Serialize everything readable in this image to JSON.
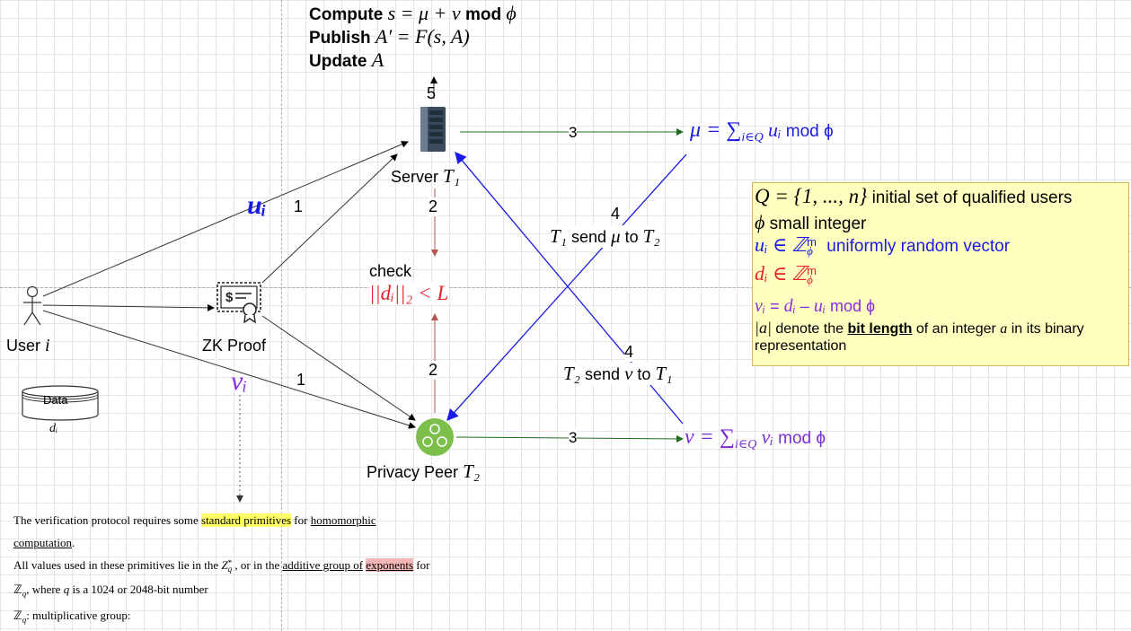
{
  "top": {
    "line1_label": "Compute",
    "line1_math": "s = μ + ν",
    "line1_mod": "mod",
    "line1_phi": "ϕ",
    "line2_label": "Publish",
    "line2_math": "A′ = F(s, A)",
    "line3_label": "Update",
    "line3_math": "A"
  },
  "nodes": {
    "server_label": "Server",
    "server_math": "T₁",
    "peer_label": "Privacy Peer",
    "peer_math": "T₂",
    "user_label": "User",
    "user_math": "i",
    "zk_label": "ZK Proof",
    "data_label": "Data",
    "data_math": "dᵢ"
  },
  "edges": {
    "ui": "uᵢ",
    "vi": "vᵢ",
    "one_a": "1",
    "one_b": "1",
    "two_a": "2",
    "two_b": "2",
    "three_a": "3",
    "three_b": "3",
    "four_a": "4",
    "four_b": "4",
    "five": "5",
    "t1_send_a": "T₁",
    "t1_send_b": "send",
    "t1_send_c": "μ",
    "t1_send_d": "to",
    "t1_send_e": "T₂",
    "t2_send_a": "T₂",
    "t2_send_b": "send",
    "t2_send_c": "ν",
    "t2_send_d": "to",
    "t2_send_e": "T₁"
  },
  "check": {
    "label": "check",
    "math": "||dᵢ||₂ < L"
  },
  "mu_formula": {
    "math": "μ = ∑",
    "sub": "i∈Q",
    "rest": "uᵢ",
    "mod": "mod ϕ"
  },
  "nu_formula": {
    "math": "ν = ∑",
    "sub": "i∈Q",
    "rest": "vᵢ",
    "mod": "mod ϕ"
  },
  "note": {
    "l1_math": "Q = {1, ..., n}",
    "l1_text": "initial set of qualified users",
    "l2_math": "ϕ",
    "l2_text": "small integer",
    "l3_math": "uᵢ ∈ ℤ",
    "l3_sup": "m",
    "l3_sub": "ϕ",
    "l3_text": "uniformly random vector",
    "l4_math": "dᵢ ∈ ℤ",
    "l4_sup": "m",
    "l4_sub": "ϕ",
    "l5_a": "vᵢ",
    "l5_b": "=",
    "l5_c": "dᵢ",
    "l5_d": "–",
    "l5_e": "uᵢ",
    "l5_f": "mod ϕ",
    "l6_math": "|a|",
    "l6_a": "denote the",
    "l6_b": "bit length",
    "l6_c": "of an integer",
    "l6_d": "a",
    "l6_e": "in its binary",
    "l7": "representation"
  },
  "bottom": {
    "p1_a": "The verification protocol requires some",
    "p1_hl": "standard primitives",
    "p1_b": "for",
    "p1_ul": "homomorphic",
    "p2": "computation",
    "p2_dot": ".",
    "p3_a": "All values used in these primitives lie in the",
    "p3_math": "Z",
    "p3_sup": "*",
    "p3_sub": "q",
    "p3_b": ", or in the",
    "p3_ul1": "additive group of",
    "p3_hl": "exponents",
    "p3_c": "for",
    "p4_math": "ℤ",
    "p4_sub": "q",
    "p4_a": ", where",
    "p4_q": "q",
    "p4_b": "is a 1024 or 2048-bit number",
    "p5_math": "ℤ",
    "p5_sub": "q",
    "p5_a": ": multiplicative group:"
  },
  "colors": {
    "green_edge": "#1e6b1e",
    "blue_edge": "#1a1ae6",
    "red_edge": "#b85450",
    "note_bg": "#ffffc0",
    "highlight_yellow": "#ffff66",
    "highlight_red": "#f4b6b6"
  }
}
